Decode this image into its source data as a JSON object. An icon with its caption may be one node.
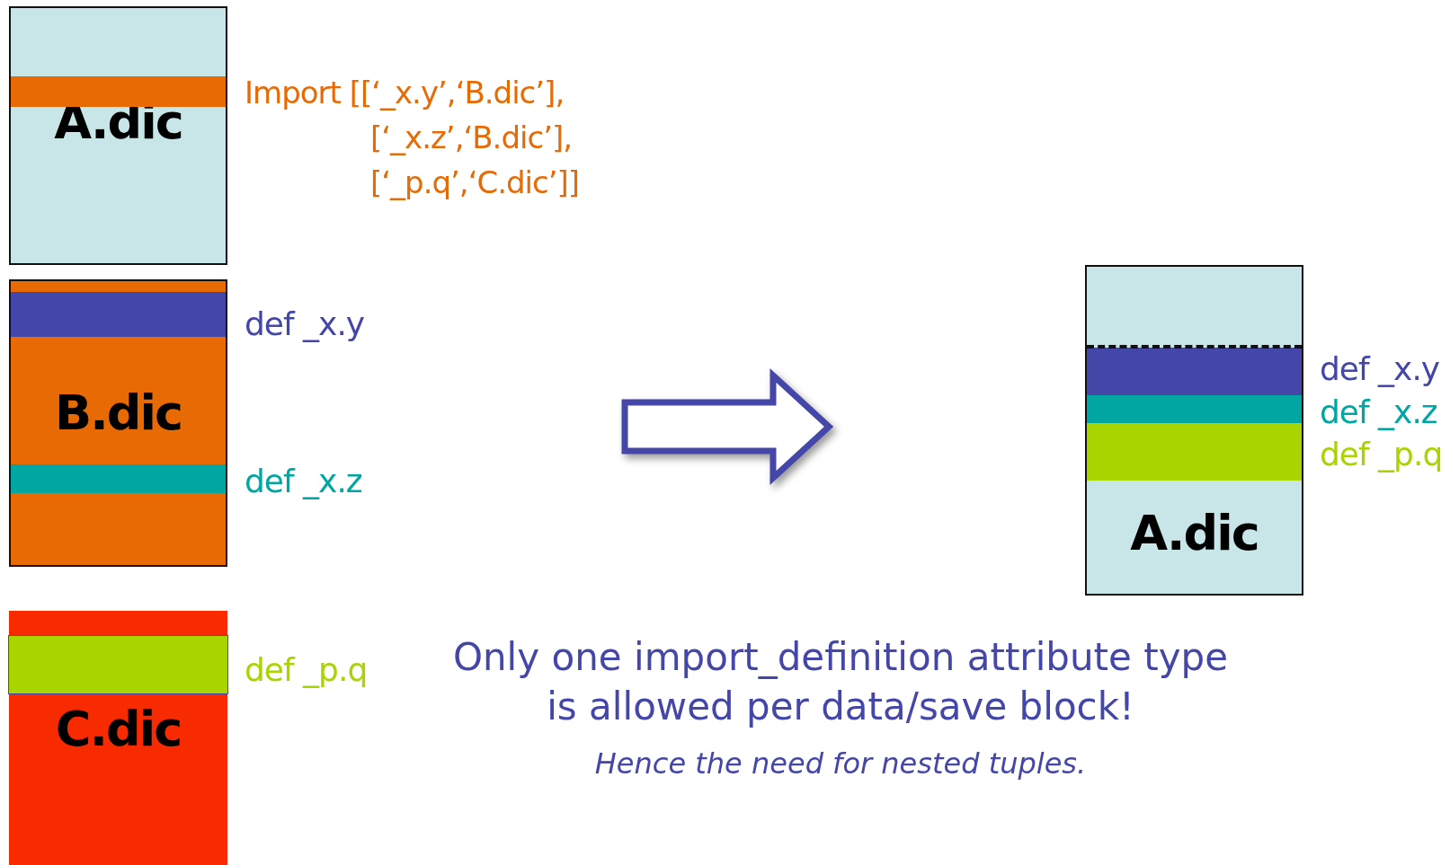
{
  "diagram": {
    "nodes": [
      {
        "text": [
          "A.dic"
        ]
      },
      {
        "text": [],
        "shape": "bar",
        "in": 0,
        "beside": [
          "Import [[‘_x.y’,‘B.dic’], [‘_x.z’,‘B.dic’], [‘_p.q’,‘C.dic’]]"
        ]
      },
      {
        "text": [
          "B.dic"
        ]
      },
      {
        "text": [],
        "shape": "bar",
        "in": 2,
        "beside": [
          "def _x.y"
        ]
      },
      {
        "text": [],
        "shape": "bar",
        "in": 2,
        "beside": [
          "def _x.z"
        ]
      },
      {
        "text": [
          "C.dic"
        ]
      },
      {
        "text": [],
        "shape": "bar",
        "in": 5,
        "beside": [
          "def _p.q"
        ]
      },
      {
        "text": [
          "A.dic"
        ]
      },
      {
        "text": [],
        "shape": "bar",
        "in": 7,
        "beside": [
          "def _x.y"
        ]
      },
      {
        "text": [],
        "shape": "bar",
        "in": 7,
        "beside": [
          "def _x.z"
        ]
      },
      {
        "text": [],
        "shape": "bar",
        "in": 7,
        "beside": [
          "def _p.q"
        ]
      }
    ],
    "edges": [],
    "labels": [
      "Only one import_definition attribute type is allowed per data/save block!",
      "Hence the need for nested tuples."
    ]
  }
}
